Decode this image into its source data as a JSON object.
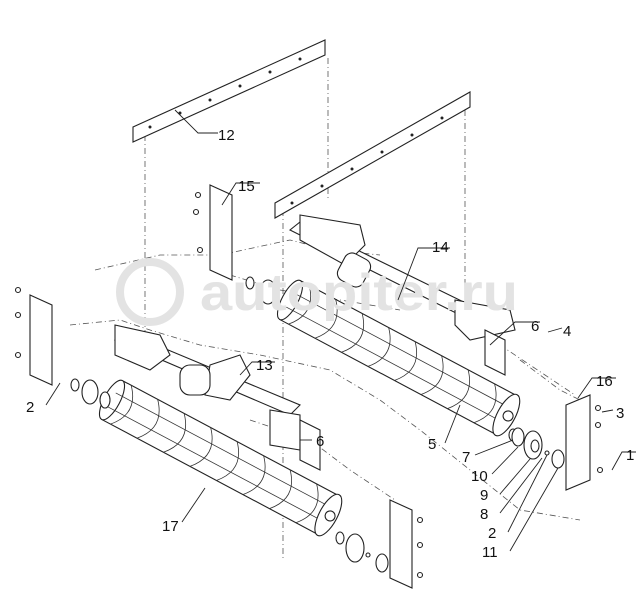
{
  "watermark": "autopiter.ru",
  "callouts": [
    {
      "id": "12",
      "text": "12"
    },
    {
      "id": "15",
      "text": "15"
    },
    {
      "id": "14",
      "text": "14"
    },
    {
      "id": "6a",
      "text": "6"
    },
    {
      "id": "4",
      "text": "4"
    },
    {
      "id": "13",
      "text": "13"
    },
    {
      "id": "2a",
      "text": "2"
    },
    {
      "id": "16",
      "text": "16"
    },
    {
      "id": "3",
      "text": "3"
    },
    {
      "id": "1",
      "text": "1"
    },
    {
      "id": "5",
      "text": "5"
    },
    {
      "id": "7",
      "text": "7"
    },
    {
      "id": "10",
      "text": "10"
    },
    {
      "id": "9",
      "text": "9"
    },
    {
      "id": "8",
      "text": "8"
    },
    {
      "id": "2b",
      "text": "2"
    },
    {
      "id": "11",
      "text": "11"
    },
    {
      "id": "17",
      "text": "17"
    },
    {
      "id": "6b",
      "text": "6"
    }
  ]
}
